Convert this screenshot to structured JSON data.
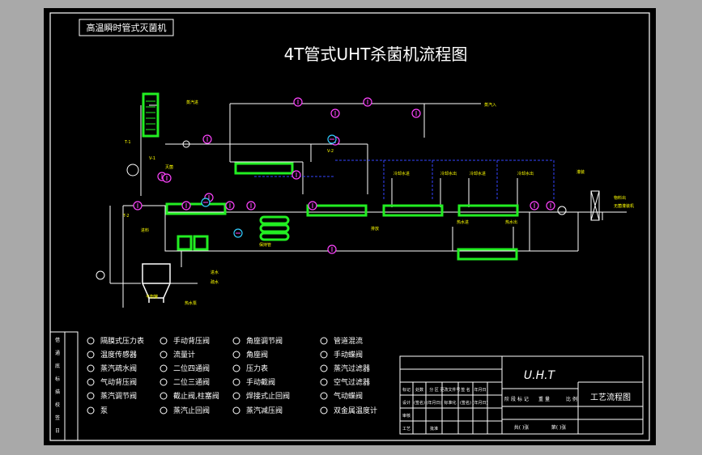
{
  "header_label": "高温瞬时管式灭菌机",
  "title": "4T管式UHT杀菌机流程图",
  "colors": {
    "background": "#000000",
    "frame": "#ffffff",
    "pipe": "#ffffff",
    "steam_pipe": "#3344ff",
    "equipment": "#22ee22",
    "label": "#ffff00",
    "instrument": "#ff44ff"
  },
  "labels": {
    "steam_in_top": "蒸汽进",
    "steam_in_right": "蒸汽入",
    "t1": "T-1",
    "v1": "V-1",
    "v2": "V-2",
    "t2": "T-2",
    "hold_tube": "保持管",
    "cooling_water_1": "冷却水进",
    "cooling_water_2": "冷却水出",
    "cooling_water_3": "冷却水进",
    "cooling_water_4": "冷却水出",
    "hot_water": "热水进",
    "hot_water_out": "热水出",
    "filling": "灌装",
    "product_out": "物料出",
    "aseptic": "无菌灌装机",
    "feed": "进料",
    "tank": "平衡罐",
    "drain": "排放",
    "water_in": "进水",
    "steam_drain": "疏水",
    "hw_pump": "热水泵",
    "sterile": "灭菌"
  },
  "legend": [
    {
      "symbol": "diaphragm-pressure-gauge-icon",
      "text": "隔膜式压力表"
    },
    {
      "symbol": "manual-pressure-valve-icon",
      "text": "手动背压阀"
    },
    {
      "symbol": "angle-control-valve-icon",
      "text": "角座调节阀"
    },
    {
      "symbol": "tube-heat-exchanger-icon",
      "text": "管道混流"
    },
    {
      "symbol": "temperature-sensor-icon",
      "text": "温度传感器"
    },
    {
      "symbol": "flow-meter-icon",
      "text": "流量计"
    },
    {
      "symbol": "angle-valve-icon",
      "text": "角座阀"
    },
    {
      "symbol": "manual-butterfly-valve-icon",
      "text": "手动蝶阀"
    },
    {
      "symbol": "steam-trap-icon",
      "text": "蒸汽疏水阀"
    },
    {
      "symbol": "two-way-valve-icon",
      "text": "二位四通阀"
    },
    {
      "symbol": "pressure-gauge-icon",
      "text": "压力表"
    },
    {
      "symbol": "steam-filter-icon",
      "text": "蒸汽过滤器"
    },
    {
      "symbol": "pneumatic-diaphragm-valve-icon",
      "text": "气动背压阀"
    },
    {
      "symbol": "three-way-valve-icon",
      "text": "二位三通阀"
    },
    {
      "symbol": "manual-valve-icon",
      "text": "手动截阀"
    },
    {
      "symbol": "air-filter-icon",
      "text": "空气过滤器"
    },
    {
      "symbol": "steam-control-valve-icon",
      "text": "蒸汽调节阀"
    },
    {
      "symbol": "check-valve-icon",
      "text": "截止阀,柱塞阀"
    },
    {
      "symbol": "bellows-valve-icon",
      "text": "焊接式止回阀"
    },
    {
      "symbol": "pneumatic-valve-icon",
      "text": "气动蝶阀"
    },
    {
      "symbol": "pump-icon",
      "text": "泵"
    },
    {
      "symbol": "steam-check-valve-icon",
      "text": "蒸汽止回阀"
    },
    {
      "symbol": "steam-reducing-valve-icon",
      "text": "蒸汽减压阀"
    },
    {
      "symbol": "bimetal-thermometer-icon",
      "text": "双金属温度计"
    }
  ],
  "title_block": {
    "name": "U.H.T",
    "drawing_title": "工艺流程图",
    "row_labels": [
      "标记",
      "处数",
      "分 区",
      "更改文件号",
      "签 名",
      "年月日"
    ],
    "row2": [
      "设计",
      "(签名)",
      "(年月日)",
      "标准化",
      "(签名)",
      "(年月日)"
    ],
    "row3": [
      "审核",
      "",
      ""
    ],
    "row4": [
      "工艺",
      "",
      "批准"
    ],
    "stage": [
      "阶 段 标 记",
      "重 量",
      "比 例"
    ],
    "sheets": [
      "共( )张",
      "第( )张"
    ]
  },
  "side_block": [
    "借",
    "通",
    "底",
    "标",
    "描",
    "校",
    "签",
    "日"
  ]
}
